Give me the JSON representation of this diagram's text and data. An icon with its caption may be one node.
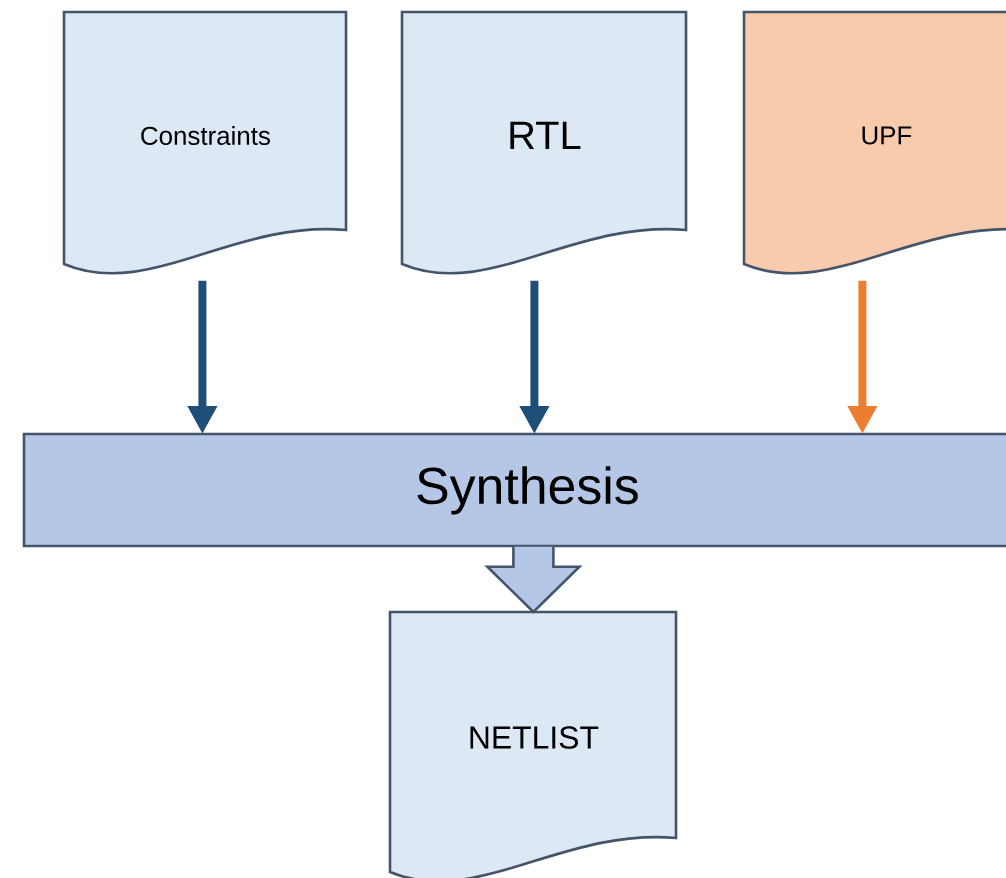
{
  "diagram": {
    "nodes": [
      {
        "text": [
          "Constraints"
        ]
      },
      {
        "text": [
          "RTL"
        ]
      },
      {
        "text": [
          "UPF"
        ]
      },
      {
        "text": [
          "Synthesis"
        ]
      },
      {
        "text": [
          "NETLIST"
        ]
      }
    ],
    "edges": [
      {
        "from": 0,
        "to": 3,
        "arrow": "to"
      },
      {
        "from": 1,
        "to": 3,
        "arrow": "to"
      },
      {
        "from": 2,
        "to": 3,
        "arrow": "to",
        "color": "#ed7d31"
      },
      {
        "from": 3,
        "to": 4,
        "arrow": "to",
        "style": "thick"
      }
    ]
  }
}
